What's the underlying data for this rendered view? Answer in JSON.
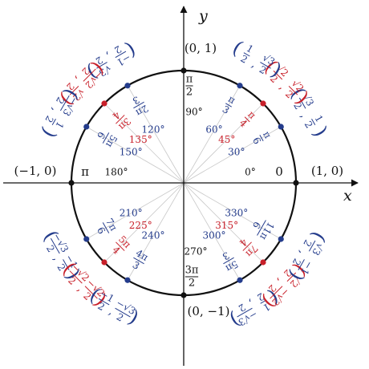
{
  "axes": {
    "x_label": "x",
    "y_label": "y"
  },
  "colors": {
    "blue": "#243c8c",
    "red": "#c8202a",
    "black": "#111111",
    "spoke": "#c8c8c8"
  },
  "axis_points": [
    {
      "id": "p0",
      "deg": 0,
      "coord": "(1, 0)",
      "radian": "0",
      "degree_label": "0°"
    },
    {
      "id": "p90",
      "deg": 90,
      "coord": "(0, 1)",
      "radian_num": "π",
      "radian_den": "2",
      "degree_label": "90°"
    },
    {
      "id": "p180",
      "deg": 180,
      "coord": "(−1, 0)",
      "radian": "π",
      "degree_label": "180°"
    },
    {
      "id": "p270",
      "deg": 270,
      "coord": "(0, −1)",
      "radian_num": "3π",
      "radian_den": "2",
      "degree_label": "270°"
    }
  ],
  "points": [
    {
      "deg": 30,
      "color": "blue",
      "rad_num": "π",
      "rad_den": "6",
      "degree_label": "30°",
      "cx": [
        "√3",
        "2"
      ],
      "cy": [
        "1",
        "2"
      ]
    },
    {
      "deg": 45,
      "color": "red",
      "rad_num": "π",
      "rad_den": "4",
      "degree_label": "45°",
      "cx": [
        "√2",
        "2"
      ],
      "cy": [
        "√2",
        "2"
      ]
    },
    {
      "deg": 60,
      "color": "blue",
      "rad_num": "π",
      "rad_den": "3",
      "degree_label": "60°",
      "cx": [
        "1",
        "2"
      ],
      "cy": [
        "√3",
        "2"
      ]
    },
    {
      "deg": 120,
      "color": "blue",
      "rad_num": "2π",
      "rad_den": "3",
      "degree_label": "120°",
      "cx": [
        "−1",
        "2"
      ],
      "cy": [
        "√3",
        "2"
      ]
    },
    {
      "deg": 135,
      "color": "red",
      "rad_num": "3π",
      "rad_den": "4",
      "degree_label": "135°",
      "cx": [
        "−√2",
        "2"
      ],
      "cy": [
        "√2",
        "2"
      ]
    },
    {
      "deg": 150,
      "color": "blue",
      "rad_num": "5π",
      "rad_den": "6",
      "degree_label": "150°",
      "cx": [
        "−√3",
        "2"
      ],
      "cy": [
        "1",
        "2"
      ]
    },
    {
      "deg": 210,
      "color": "blue",
      "rad_num": "7π",
      "rad_den": "6",
      "degree_label": "210°",
      "cx": [
        "−√3",
        "2"
      ],
      "cy": [
        "−1",
        "2"
      ]
    },
    {
      "deg": 225,
      "color": "red",
      "rad_num": "5π",
      "rad_den": "4",
      "degree_label": "225°",
      "cx": [
        "−√2",
        "2"
      ],
      "cy": [
        "−√2",
        "2"
      ]
    },
    {
      "deg": 240,
      "color": "blue",
      "rad_num": "4π",
      "rad_den": "3",
      "degree_label": "240°",
      "cx": [
        "−1",
        "2"
      ],
      "cy": [
        "−√3",
        "2"
      ]
    },
    {
      "deg": 300,
      "color": "blue",
      "rad_num": "5π",
      "rad_den": "3",
      "degree_label": "300°",
      "cx": [
        "1",
        "2"
      ],
      "cy": [
        "−√3",
        "2"
      ]
    },
    {
      "deg": 315,
      "color": "red",
      "rad_num": "7π",
      "rad_den": "4",
      "degree_label": "315°",
      "cx": [
        "√2",
        "2"
      ],
      "cy": [
        "−√2",
        "2"
      ]
    },
    {
      "deg": 330,
      "color": "blue",
      "rad_num": "11π",
      "rad_den": "6",
      "degree_label": "330°",
      "cx": [
        "√3",
        "2"
      ],
      "cy": [
        "−1",
        "2"
      ]
    }
  ]
}
